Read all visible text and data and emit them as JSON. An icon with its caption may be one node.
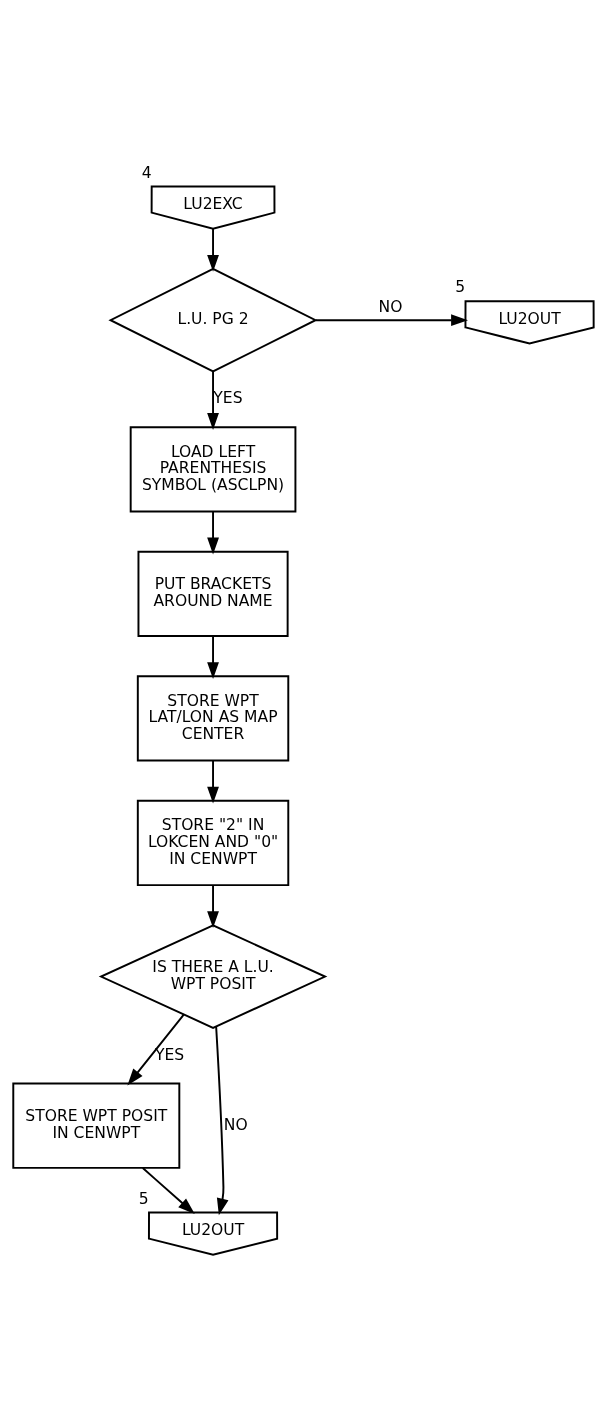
{
  "diagram": {
    "nodes": [
      {
        "text": [
          "LU2EXC"
        ],
        "beside": [
          "4"
        ]
      },
      {
        "text": [
          "L.U. PG 2"
        ]
      },
      {
        "text": [
          "LU2OUT"
        ],
        "beside": [
          "5"
        ]
      },
      {
        "text": [
          "LOAD LEFT PARENTHESIS SYMBOL (ASCLPN)"
        ]
      },
      {
        "text": [
          "PUT BRACKETS AROUND NAME"
        ]
      },
      {
        "text": [
          "STORE WPT LAT/LON AS MAP CENTER"
        ]
      },
      {
        "text": [
          "STORE \"2\" IN LOKCEN AND \"0\" IN CENWPT"
        ]
      },
      {
        "text": [
          "IS THERE A L.U. WPT POSIT"
        ]
      },
      {
        "text": [
          "STORE WPT POSIT IN CENWPT"
        ]
      },
      {
        "text": [
          "LU2OUT"
        ],
        "beside": [
          "5"
        ]
      }
    ],
    "edges": [
      {
        "from": 0,
        "to": 1,
        "arrow": "to"
      },
      {
        "from": 1,
        "to": 2,
        "arrow": "to",
        "label": "NO"
      },
      {
        "from": 1,
        "to": 3,
        "arrow": "to",
        "label": "YES"
      },
      {
        "from": 3,
        "to": 4,
        "arrow": "to"
      },
      {
        "from": 4,
        "to": 5,
        "arrow": "to"
      },
      {
        "from": 5,
        "to": 6,
        "arrow": "to"
      },
      {
        "from": 6,
        "to": 7,
        "arrow": "to"
      },
      {
        "from": 7,
        "to": 8,
        "arrow": "to",
        "label": "YES"
      },
      {
        "from": 7,
        "to": 9,
        "arrow": "to",
        "label": "NO"
      },
      {
        "from": 8,
        "to": 9,
        "arrow": "to"
      }
    ]
  }
}
